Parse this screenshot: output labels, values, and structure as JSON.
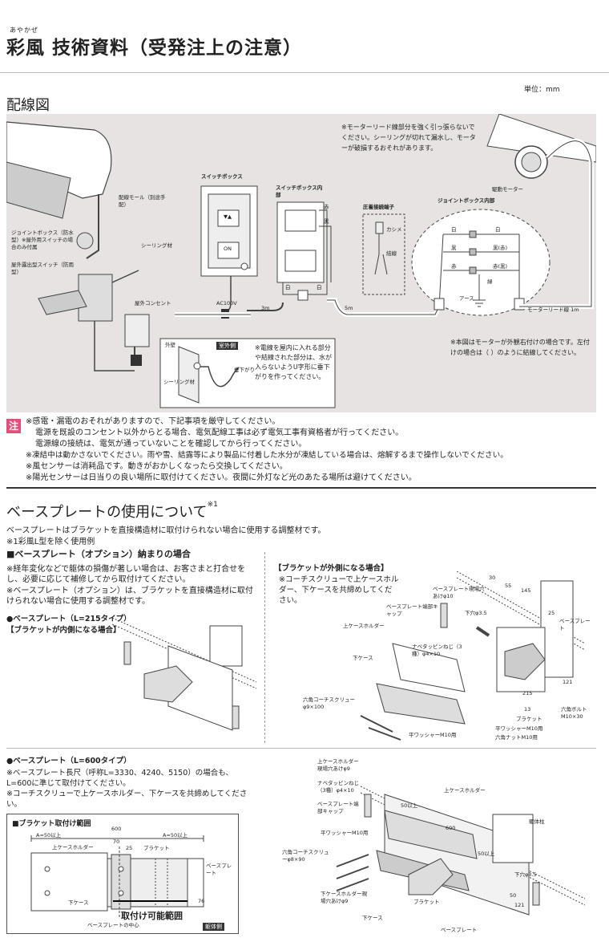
{
  "header": {
    "ruby": "あやかぜ",
    "title": "彩風 技術資料（受発注上の注意）"
  },
  "wiring": {
    "heading": "配線図",
    "unit": "単位：mm",
    "motor_note": "※モーターリード線部分を強く引っ張らないでください。シーリングが切れて漏水し、モーターが破損するおそれがあります。",
    "mold_label": "配線モール（別途手配）",
    "jbox_label": "ジョイントボックス（防水型）※屋外用スイッチの場合のみ付属",
    "sealing_label": "シーリング材",
    "outdoor_switch": "屋外露出型スイッチ（防雨型）",
    "outlet_label": "屋外コンセント",
    "switch_box": "スイッチボックス",
    "switch_box_inside": "スイッチボックス内部",
    "ac": "AC100V",
    "crimp": "圧着接続端子",
    "crimp_parts": [
      "カシメ",
      "結線"
    ],
    "jbox_inside": "ジョイントボックス内部",
    "motor": "駆動モーター",
    "motor_lead": "モーターリード線 1m",
    "earth": "アース",
    "len_3m": "3m",
    "len_5m": "5m",
    "btn_updown": "▼▲",
    "btn_on": "ON",
    "wires": {
      "red": "赤",
      "black": "黒",
      "white": "白",
      "black_red": "黒(赤)",
      "red_black": "赤(黒)",
      "green": "緑"
    },
    "wall_label": "外壁",
    "outdoor_side": "室外側",
    "sealing2": "シーリング材",
    "drip": "垂下がり",
    "inset_note": "※電線を屋内に入れる部分や結線された部分は、水が入らないようU字形に垂下がりを作ってください。",
    "right_note": "※本図はモーターが外観右付けの場合です。左付けの場合は（ ）のように結線してください。"
  },
  "notices": {
    "icon": "注",
    "lines": [
      "※感電・漏電のおそれがありますので、下記事項を厳守してください。",
      "電源を既設のコンセント以外からとる場合、電気配線工事は必ず電気工事有資格者が行ってください。",
      "電源線の接続は、電気が通っていないことを確認してから行ってください。",
      "※凍結中は動かさないでください。雨や雪、結露等により製品に付着した水分が凍結している場合は、熔解するまで操作しないでください。",
      "※風センサーは消耗品です。動きがおかしくなったら交換してください。",
      "※陽光センサーは日当りの良い場所に取付けてください。夜間に外灯など光のあたる場所は避けてください。"
    ]
  },
  "baseplate": {
    "heading": "ベースプレートの使用について",
    "heading_sup": "※1",
    "intro": "ベースプレートはブラケットを直接構造材に取付けられない場合に使用する調整材です。",
    "note1": "※1彩風L型を除く使用例",
    "sub_heading": "■ベースプレート（オプション）納まりの場合",
    "sub_notes": [
      "※経年変化などで躯体の損傷が著しい場合は、お客さまと打合せをし、必要に応じて補修してから取付けてください。",
      "※ベースプレート（オプション）は、ブラケットを直接構造材に取付けられない場合に使用する調整材です。"
    ],
    "type215": "●ベースプレート（L=215タイプ）",
    "inner_case": "【ブラケットが内側になる場合】",
    "outer_case": "【ブラケットが外側になる場合】",
    "outer_note": "※コーチスクリューで上ケースホルダー、下ケースを共締めしてください。",
    "labels_top": {
      "lower_hole": "ベースプレート現場穴あけφ10",
      "end_cap": "ベースプレート端部キャップ",
      "upper_holder": "上ケースホルダー",
      "screw": "ナベタッピンねじ（3種）φ4×10",
      "lower_case": "下ケース",
      "coach": "六角コーチスクリューφ9×100",
      "washer": "平ワッシャーM10用",
      "hole35": "下穴φ3.5",
      "baseplate": "ベースプレート",
      "bracket": "ブラケット",
      "washer2": "平ワッシャーM10用",
      "nut": "六角ナットM10用",
      "bolt": "六角ボルトM10×30",
      "dims": [
        "30",
        "55",
        "145",
        "25",
        "215",
        "121",
        "13"
      ]
    },
    "type600": "●ベースプレート（L=600タイプ）",
    "type600_notes": [
      "※ベースプレート長尺（呼称L=3330、4240、5150）の場合も、L=600に準じて取付けてください。",
      "※コーチスクリューで上ケースホルダー、下ケースを共締めしてください。"
    ],
    "range_box": {
      "title": "■ブラケット取付け範囲",
      "dim_600": "600",
      "a_left": "A=50以上",
      "a_right": "A=50以上",
      "dim_70": "70",
      "dim_25": "25",
      "dim_76": "76",
      "upper_holder": "上ケースホルダー",
      "bracket": "ブラケット",
      "baseplate": "ベースプレート",
      "lower_case": "下ケース",
      "range": "取付け可能範囲",
      "center": "ベースプレートの中心",
      "body": "躯体側"
    },
    "labels_bottom": {
      "upper_hole": "上ケースホルダー現場穴あけφ9",
      "screw": "ナベタッピンねじ（3種）φ4×10",
      "end_cap": "ベースプレート端部キャップ",
      "washer": "平ワッシャーM10用",
      "coach": "六角コーチスクリューφ8×90",
      "lower_hole": "下ケースホルダー現場穴あけφ9",
      "lower_case": "下ケース",
      "bracket": "ブラケット",
      "baseplate": "ベースプレート",
      "upper_holder": "上ケースホルダー",
      "body_pillar": "躯体柱",
      "hole35": "下穴φ3.5",
      "dims": [
        "50以上",
        "600",
        "50以上",
        "50",
        "121"
      ]
    }
  }
}
